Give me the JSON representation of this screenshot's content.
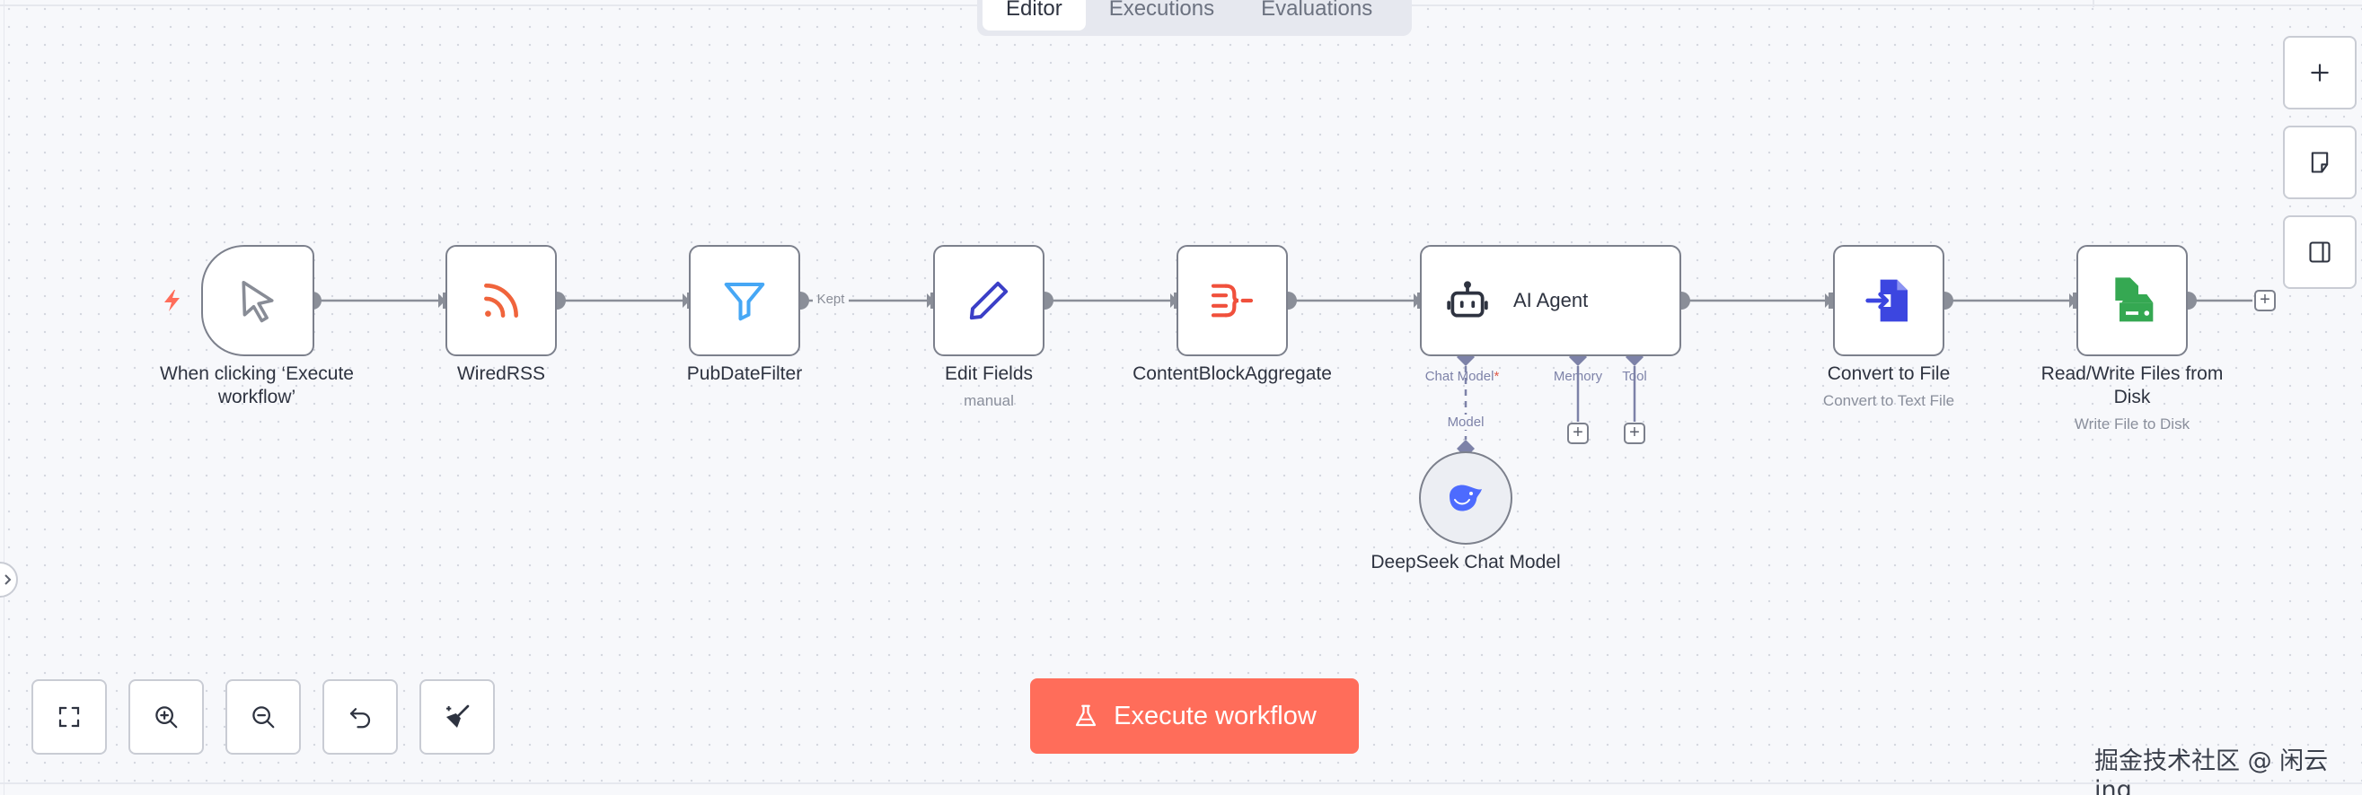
{
  "tabs": [
    {
      "label": "Editor",
      "active": true
    },
    {
      "label": "Executions",
      "active": false
    },
    {
      "label": "Evaluations",
      "active": false
    }
  ],
  "nodes": {
    "trigger": {
      "label": "When clicking ‘Execute workflow’",
      "icon": "cursor-icon"
    },
    "rss": {
      "label": "WiredRSS",
      "icon": "rss-icon",
      "color": "#f0643c"
    },
    "filter": {
      "label": "PubDateFilter",
      "icon": "filter-icon",
      "color": "#46a7f5",
      "output_label": "Kept"
    },
    "edit": {
      "label": "Edit Fields",
      "subtitle": "manual",
      "icon": "pencil-icon",
      "color": "#3b3fc7"
    },
    "aggregate": {
      "label": "ContentBlockAggregate",
      "icon": "aggregate-icon",
      "color": "#f0503c"
    },
    "agent": {
      "label": "AI Agent",
      "icon": "robot-icon",
      "ports": {
        "chat_model": "Chat Model",
        "required_mark": "*",
        "memory": "Memory",
        "tool": "Tool"
      }
    },
    "deepseek": {
      "label": "DeepSeek Chat Model",
      "icon": "deepseek-whale-icon",
      "color": "#4d6bfe",
      "port_label": "Model"
    },
    "convert": {
      "label": "Convert to File",
      "subtitle": "Convert to Text File",
      "icon": "file-convert-icon",
      "color": "#3c46e0"
    },
    "readwrite": {
      "label": "Read/Write Files from Disk",
      "subtitle": "Write File to Disk",
      "icon": "disk-file-icon",
      "color": "#35a852"
    }
  },
  "controls": {
    "execute_label": "Execute workflow",
    "right_toolbar": [
      "plus-icon",
      "sticky-note-icon",
      "panel-icon"
    ],
    "bottom_toolbar": [
      "fit-view-icon",
      "zoom-in-icon",
      "zoom-out-icon",
      "undo-icon",
      "tidy-up-icon"
    ]
  },
  "watermark": "掘金技术社区 @ 闲云ing"
}
